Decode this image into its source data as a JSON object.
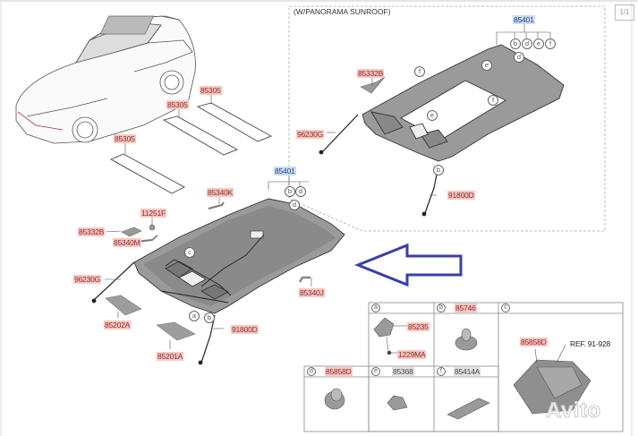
{
  "page_indicator": "1/1",
  "panorama_section": {
    "title": "(W/PANORAMA SUNROOF)",
    "labels": {
      "headliner": "85401",
      "bracket": "85332B",
      "harness_left": "96230G",
      "harness_right": "91800D"
    },
    "callouts": [
      "b",
      "d",
      "e",
      "f",
      "d",
      "f",
      "e",
      "f",
      "e",
      "b"
    ]
  },
  "standard_section": {
    "labels": {
      "pad_1": "85305",
      "pad_2": "85305",
      "pad_3": "85305",
      "headliner": "85401",
      "grab_handle_k": "85340K",
      "screw": "11251F",
      "bracket": "85332B",
      "grab_handle_m": "85340M",
      "harness_left": "96230G",
      "grab_handle_j": "85340J",
      "visor_left": "85202A",
      "visor_right": "85201A",
      "harness_right": "91800D"
    },
    "callouts": [
      "b",
      "d",
      "d",
      "c",
      "a",
      "b"
    ]
  },
  "arrow": {
    "color": "#3a3fa8",
    "direction": "left"
  },
  "detail_table": {
    "cells": [
      {
        "key": "a",
        "header_label": "",
        "parts": [
          "85235",
          "1229MA"
        ]
      },
      {
        "key": "b",
        "header_label": "85746",
        "parts": []
      },
      {
        "key": "c",
        "header_label": "",
        "parts": [
          "85858D",
          "REF. 91-928"
        ]
      },
      {
        "key": "d",
        "header_label": "85858D",
        "parts": []
      },
      {
        "key": "e",
        "header_label": "85368",
        "parts": []
      },
      {
        "key": "f",
        "header_label": "85414A",
        "parts": []
      }
    ]
  },
  "watermark": "Avito",
  "colors": {
    "label_red_bg": "#f9c6c2",
    "label_blue_bg": "#c9dcf3",
    "label_gray_bg": "#e2e2e2",
    "arrow": "#3a3fa8"
  }
}
